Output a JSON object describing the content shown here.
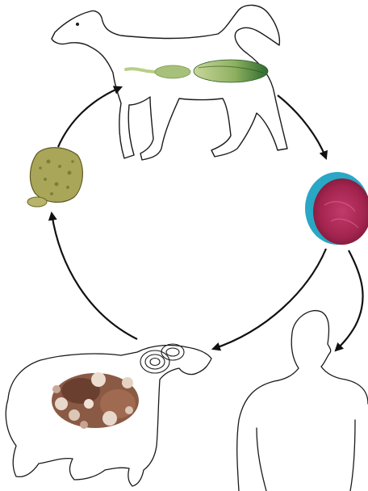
{
  "diagram": {
    "type": "life-cycle",
    "labels": [],
    "stages": [
      {
        "id": "dog",
        "icon": "dog-outline-icon",
        "contents": "tapeworm-segments-in-gut"
      },
      {
        "id": "egg",
        "icon": "egg-micrograph-icon"
      },
      {
        "id": "human",
        "icon": "human-silhouette-icon"
      },
      {
        "id": "sheep",
        "icon": "sheep-outline-icon",
        "contents": "hydatid-cysts-in-organ"
      },
      {
        "id": "protoscolex",
        "icon": "protoscolex-micrograph-icon"
      }
    ],
    "transitions": [
      {
        "from": "dog",
        "to": "egg"
      },
      {
        "from": "egg",
        "to": "sheep"
      },
      {
        "from": "egg",
        "to": "human"
      },
      {
        "from": "sheep",
        "to": "protoscolex"
      },
      {
        "from": "protoscolex",
        "to": "dog"
      }
    ],
    "colors": {
      "outline": "#1a1a1a",
      "arrow": "#111111",
      "tapeworm_light": "#b9cf86",
      "tapeworm_dark": "#2f6b2d",
      "egg_shell": "#2aa7c4",
      "egg_body": "#b2295a",
      "protoscolex": "#a9a65a",
      "cyst_tissue": "#8a5a45",
      "cyst_nodule": "#e8d8cc"
    }
  }
}
